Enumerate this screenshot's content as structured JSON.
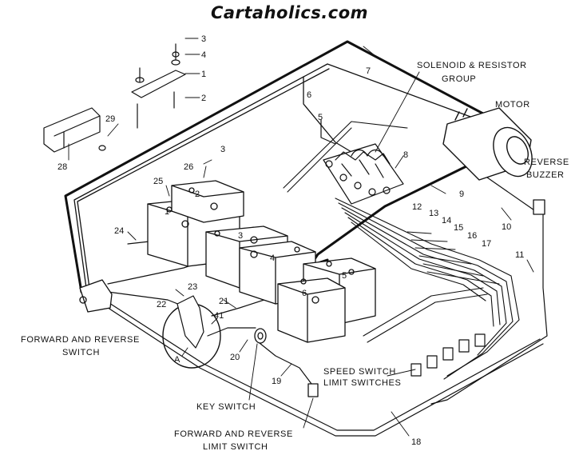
{
  "site_title": "Cartaholics.com",
  "labels": {
    "solenoid_line1": "SOLENOID & RESISTOR",
    "solenoid_line2": "GROUP",
    "motor": "MOTOR",
    "reverse_line1": "REVERSE",
    "reverse_line2": "BUZZER",
    "fr_switch_line1": "FORWARD AND REVERSE",
    "fr_switch_line2": "SWITCH",
    "key_switch": "KEY SWITCH",
    "speed_line1": "SPEED SWITCH",
    "speed_line2": "LIMIT SWITCHES",
    "fr_limit_line1": "FORWARD AND REVERSE",
    "fr_limit_line2": "LIMIT SWITCH",
    "detail_a": "A"
  },
  "callouts": {
    "n1": "1",
    "n2": "2",
    "n3": "3",
    "n3b": "3",
    "n4": "4",
    "n5": "5",
    "n6": "6",
    "n7": "7",
    "n8": "8",
    "n9": "9",
    "n10": "10",
    "n11": "11",
    "n12": "12",
    "n13": "13",
    "n14": "14",
    "n15": "15",
    "n16": "16",
    "n17": "17",
    "n18": "18",
    "n19": "19",
    "n20": "20",
    "n21": "21",
    "n22": "22",
    "n23": "23",
    "n24": "24",
    "n25": "25",
    "n26": "26",
    "n28": "28",
    "n29": "29",
    "n41": "41"
  },
  "battery_numbers": {
    "b1": "1",
    "b2": "2",
    "b3": "3",
    "b4": "4",
    "b5": "5",
    "b6": "6"
  },
  "colors": {
    "line": "#111111",
    "background": "#ffffff"
  }
}
